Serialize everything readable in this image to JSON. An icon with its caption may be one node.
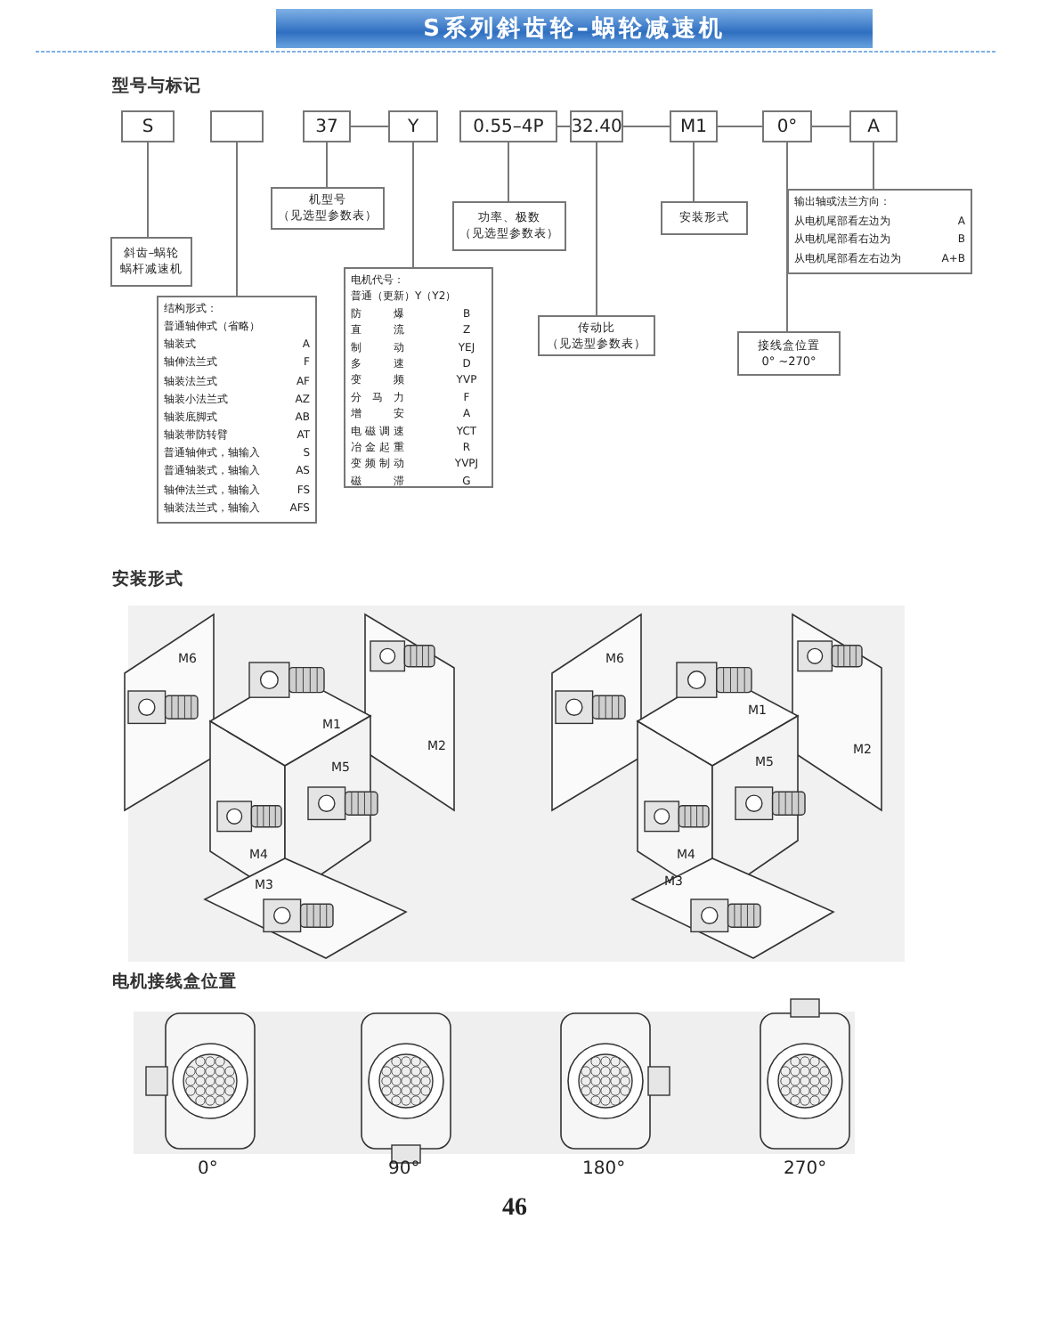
{
  "diagram": {
    "title": "S系列斜齿轮–蜗轮减速机",
    "nodes": [
      {
        "text": [
          "S"
        ]
      },
      {
        "text": [],
        "shape": "box"
      },
      {
        "text": [
          "37"
        ]
      },
      {
        "text": [
          "Y"
        ]
      },
      {
        "text": [
          "0.55–4P"
        ]
      },
      {
        "text": [
          "32.40"
        ]
      },
      {
        "text": [
          "M1"
        ]
      },
      {
        "text": [
          "0°"
        ]
      },
      {
        "text": [
          "A"
        ]
      },
      {
        "text": [
          "斜齿–蜗轮蜗杆减速机"
        ]
      },
      {
        "text": [
          "结构形式：",
          "普通轴伸式（省略）",
          "轴装式",
          "A",
          "轴伸法兰式",
          "F",
          "轴装法兰式",
          "AF",
          "轴装小法兰式",
          "AZ",
          "轴装底脚式",
          "AB",
          "轴装带防转臂",
          "AT",
          "普通轴伸式，轴输入",
          "S",
          "普通轴装式，轴输入",
          "AS",
          "轴伸法兰式，轴输入",
          "FS",
          "轴装法兰式，轴输入",
          "AFS"
        ]
      },
      {
        "text": [
          "机型号",
          "（见选型参数表）"
        ]
      },
      {
        "text": [
          "电机代号：",
          "普通（更新）Y（Y2）",
          "防爆",
          "B",
          "直流",
          "Z",
          "制动",
          "YEJ",
          "多速",
          "D",
          "变频",
          "YVP",
          "分马力",
          "F",
          "增安",
          "A",
          "电磁调速",
          "YCT",
          "冶金起重",
          "R",
          "变频制动",
          "YVPJ",
          "磁滞",
          "G"
        ]
      },
      {
        "text": [
          "功率、极数",
          "（见选型参数表）"
        ]
      },
      {
        "text": [
          "传动比",
          "（见选型参数表）"
        ]
      },
      {
        "text": [
          "安装形式"
        ]
      },
      {
        "text": [
          "接线盒位置",
          "0° ~270°"
        ]
      },
      {
        "text": [
          "输出轴或法兰方向：",
          "从电机尾部看左边为",
          "A",
          "从电机尾部看右边为",
          "B",
          "从电机尾部看左右边为",
          "A+B"
        ]
      }
    ],
    "edges": [
      {
        "from": 2,
        "to": 3,
        "arrow": "none"
      },
      {
        "from": 4,
        "to": 5,
        "arrow": "none"
      },
      {
        "from": 5,
        "to": 6,
        "arrow": "none"
      },
      {
        "from": 6,
        "to": 7,
        "arrow": "none"
      },
      {
        "from": 7,
        "to": 8,
        "arrow": "none"
      },
      {
        "from": 0,
        "to": 9,
        "arrow": "none"
      },
      {
        "from": 1,
        "to": 10,
        "arrow": "none"
      },
      {
        "from": 2,
        "to": 11,
        "arrow": "none"
      },
      {
        "from": 3,
        "to": 12,
        "arrow": "none"
      },
      {
        "from": 4,
        "to": 13,
        "arrow": "none"
      },
      {
        "from": 5,
        "to": 14,
        "arrow": "none"
      },
      {
        "from": 6,
        "to": 15,
        "arrow": "none"
      },
      {
        "from": 7,
        "to": 16,
        "arrow": "none"
      },
      {
        "from": 8,
        "to": 17,
        "arrow": "none"
      }
    ],
    "labels": [
      "型号与标记",
      "安装形式",
      "M6",
      "M1",
      "M2",
      "M5",
      "M4",
      "M3",
      "M6",
      "M1",
      "M2",
      "M5",
      "M4",
      "M3",
      "电机接线盒位置",
      "0°",
      "90°",
      "180°",
      "270°",
      "46"
    ]
  }
}
